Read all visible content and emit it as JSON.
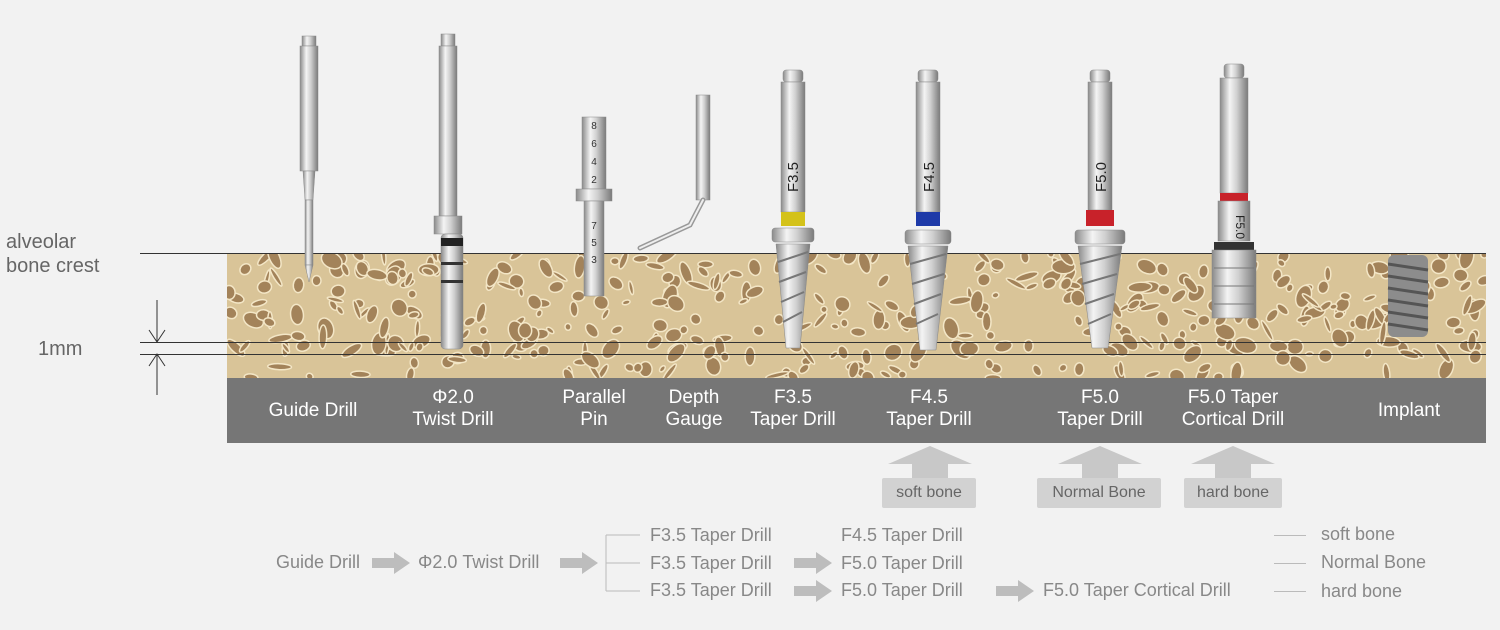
{
  "side": {
    "crest_label": "alveolar\nbone crest",
    "depth_label": "1mm"
  },
  "tools": [
    {
      "label": "Guide Drill"
    },
    {
      "label": "Φ2.0\nTwist Drill"
    },
    {
      "label": "Parallel\nPin"
    },
    {
      "label": "Depth\nGauge"
    },
    {
      "label": "F3.5\nTaper Drill"
    },
    {
      "label": "F4.5\nTaper Drill"
    },
    {
      "label": "F5.0\nTaper Drill"
    },
    {
      "label": "F5.0 Taper\nCortical Drill"
    },
    {
      "label": "Implant"
    }
  ],
  "drill_marks": {
    "f35": "F3.5",
    "f45": "F4.5",
    "f50": "F5.0",
    "f50c": "F5.0",
    "pin_marks": [
      "8",
      "6",
      "4",
      "2",
      "7",
      "5",
      "3"
    ]
  },
  "colors": {
    "f35_band": "#d4c21a",
    "f45_band": "#1e3aa8",
    "f50_band": "#c8222a",
    "f50c_band": "#c8222a"
  },
  "bone_types": [
    {
      "label": "soft bone"
    },
    {
      "label": "Normal Bone"
    },
    {
      "label": "hard bone"
    }
  ],
  "sequence": {
    "start1": "Guide Drill",
    "start2": "Φ2.0 Twist Drill",
    "rows": [
      [
        "F3.5 Taper Drill",
        "F4.5 Taper Drill"
      ],
      [
        "F3.5 Taper Drill",
        "F5.0 Taper Drill"
      ],
      [
        "F3.5 Taper Drill",
        "F5.0 Taper Drill",
        "F5.0 Taper Cortical Drill"
      ]
    ]
  },
  "legend": [
    {
      "label": "soft bone"
    },
    {
      "label": "Normal Bone"
    },
    {
      "label": "hard bone"
    }
  ]
}
